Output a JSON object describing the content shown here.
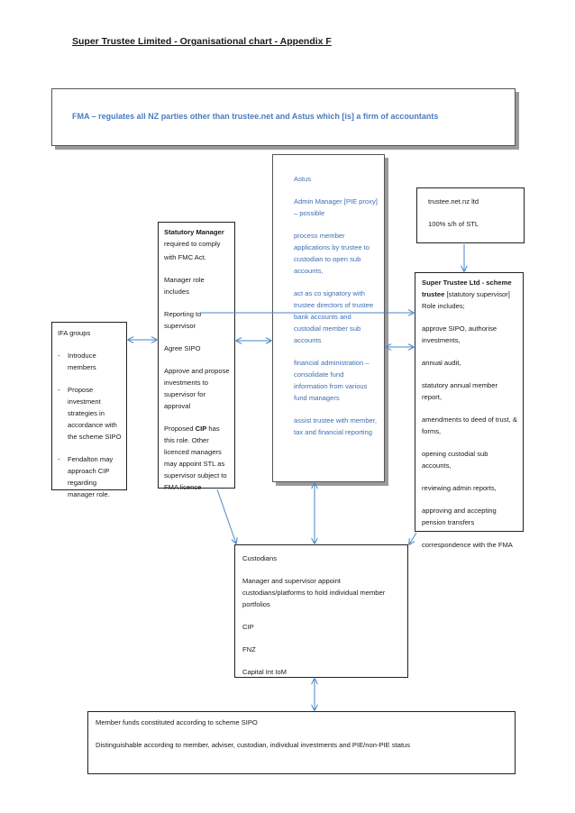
{
  "title": "Super Trustee Limited - Organisational chart - Appendix F",
  "fma": {
    "text": "FMA – regulates all NZ parties other than trustee.net and Astus which [is] a firm of accountants"
  },
  "ifa": {
    "heading": "IFA groups",
    "items": [
      "Introduce members",
      "Propose investment strategies in accordance with the scheme SIPO",
      "Fendalton may approach CIP regarding manager role."
    ]
  },
  "statutory_manager": {
    "title": "Statutory Manager",
    "line1": "required to comply",
    "line2": "with FMC Act.",
    "p2": "Manager role includes",
    "p3": "Reporting to supervisor",
    "p4": "Agree SIPO",
    "p5": "Approve and propose investments to supervisor for approval",
    "p6_pre": "Proposed ",
    "p6_bold": "CIP",
    "p6_post": " has this role.  Other licenced managers may appoint STL as supervisor subject to FMA licence"
  },
  "astus": {
    "title": "Astus",
    "p1": "Admin Manager [PIE proxy] – possible",
    "p2": "process member applications by trustee to custodian to open sub accounts,",
    "p3": "act as co signatory with trustee directors of trustee bank accounts and custodial member sub accounts",
    "p4": "financial administration – consolidate fund information from various fund managers",
    "p5": "assist trustee with member, tax and financial reporting"
  },
  "trustee_net": {
    "line1": "trustee.net.nz ltd",
    "line2": "100% s/h of STL"
  },
  "stl": {
    "title": "Super Trustee Ltd - scheme trustee",
    "subtitle": " [statutory supervisor]",
    "line2": "Role includes;",
    "items": [
      "approve SIPO, authorise investments,",
      " annual audit,",
      "statutory annual member report,",
      "amendments to deed of trust, & forms,",
      "opening custodial sub accounts,",
      "reviewing admin reports,",
      " approving and accepting pension transfers",
      "correspondence with the FMA"
    ]
  },
  "custodians": {
    "title": "Custodians",
    "p1": "Manager and supervisor appoint custodians/platforms to hold individual member portfolios",
    "items": [
      "CIP",
      "FNZ",
      "Capital Int IoM"
    ]
  },
  "member_funds": {
    "line1": "Member funds constituted according to scheme SIPO",
    "line2": "Distinguishable according to member, adviser, custodian, individual investments and PIE/non-PIE status"
  },
  "colors": {
    "connector": "#4a86c8",
    "fma_text": "#4a7cc0",
    "astus_text": "#3d6eb4"
  }
}
